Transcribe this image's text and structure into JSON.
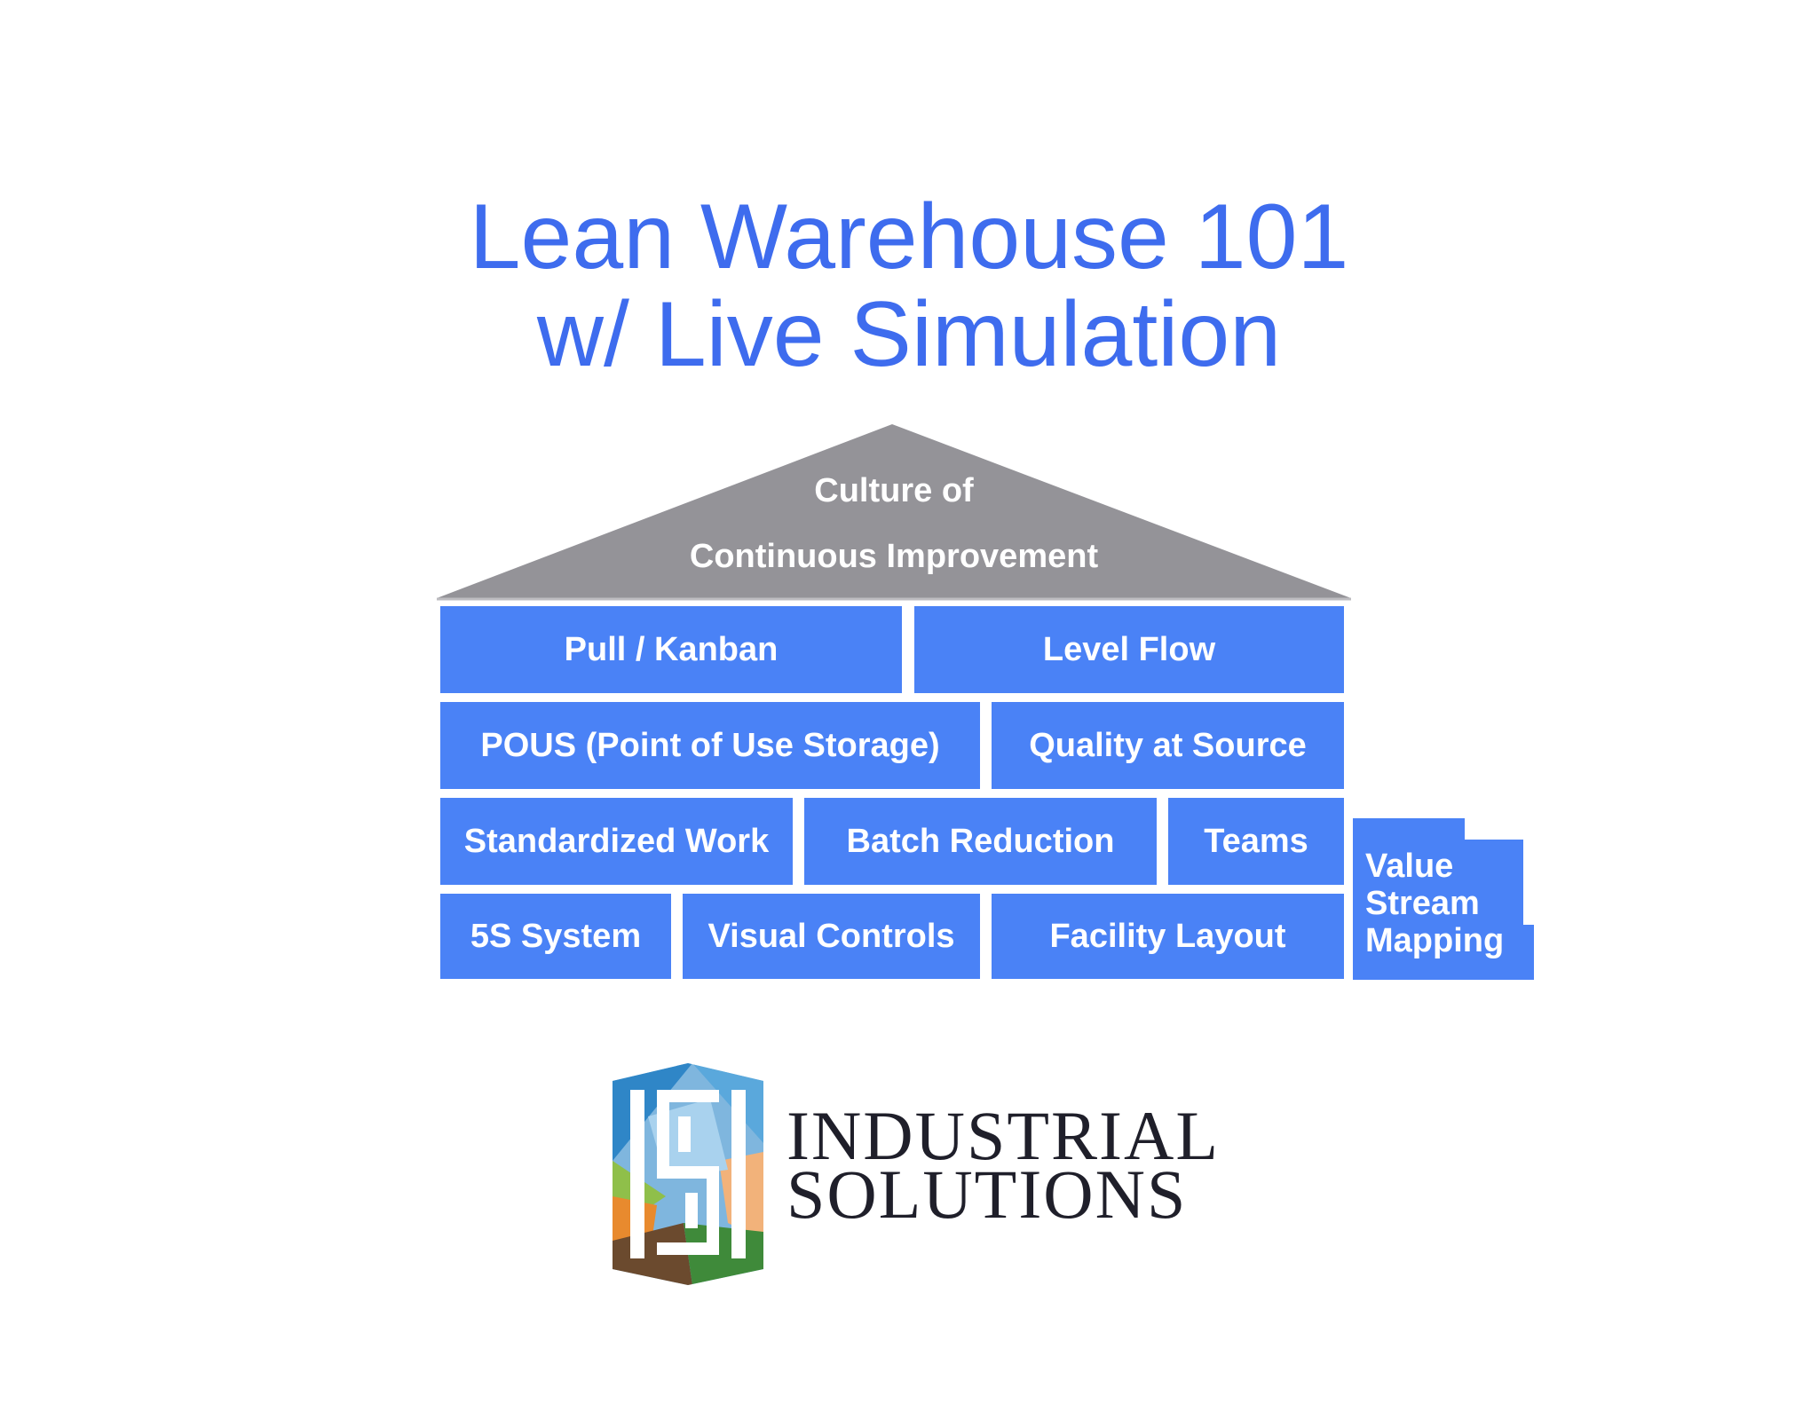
{
  "title": {
    "line1": "Lean Warehouse 101",
    "line2": "w/ Live Simulation"
  },
  "house": {
    "roof": {
      "line1": "Culture of",
      "line2": "Continuous Improvement"
    },
    "rows": [
      [
        "Pull / Kanban",
        "Level Flow"
      ],
      [
        "POUS (Point of Use Storage)",
        "Quality at Source"
      ],
      [
        "Standardized Work",
        "Batch Reduction",
        "Teams"
      ],
      [
        "5S System",
        "Visual Controls",
        "Facility Layout"
      ]
    ],
    "side_block": {
      "line1": "Value",
      "line2": "Stream",
      "line3": "Mapping"
    }
  },
  "logo": {
    "monogram": "ISI",
    "line1": "INDUSTRIAL",
    "line2": "SOLUTIONS"
  },
  "colors": {
    "title": "#3e6cee",
    "block": "#4a82f6",
    "roof": "#949398"
  }
}
